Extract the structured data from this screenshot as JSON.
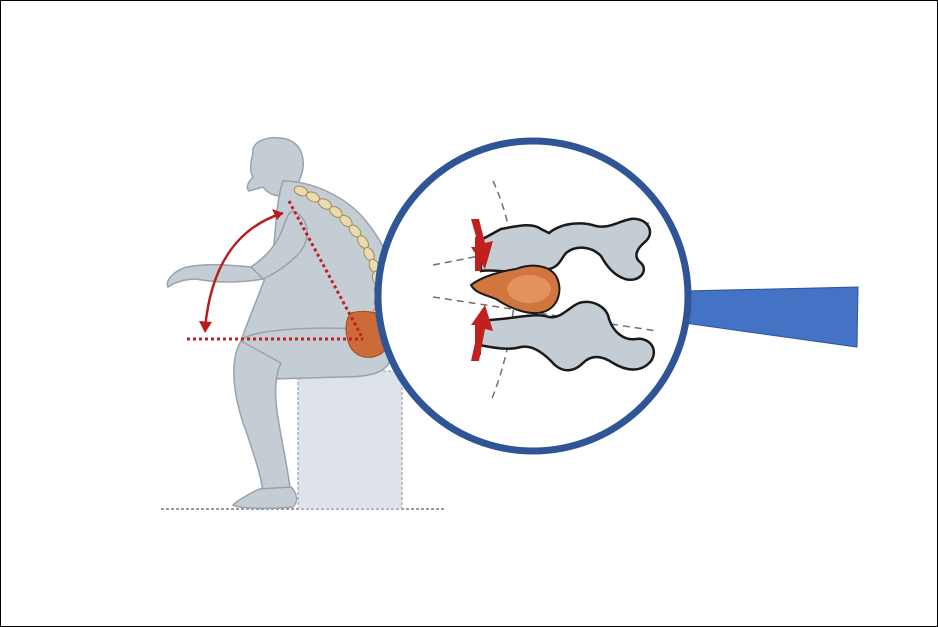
{
  "figure": {
    "title": "",
    "caption": "",
    "subject": "seated-person-flexed-posture",
    "inset": "magnified-lumbar-vertebrae-disc-compression"
  },
  "colors": {
    "body_fill": "#c4ccd4",
    "body_stroke": "#9aa3ad",
    "spine": "#e8dcb0",
    "spine_stroke": "#a08c52",
    "disc": "#cd6a3a",
    "disc_highlight": "#f0a877",
    "arrow_red": "#b81c1c",
    "circle_border": "#2f5597",
    "pointer_fill": "#4472c4",
    "stool_fill": "#dde3e8",
    "guide_line": "#707070"
  },
  "icons": {
    "flexion_angle_arrow": "curved-double-arrow",
    "compression_arrows": "downward-and-upward-arrows",
    "magnifier": "zoom-circle"
  }
}
